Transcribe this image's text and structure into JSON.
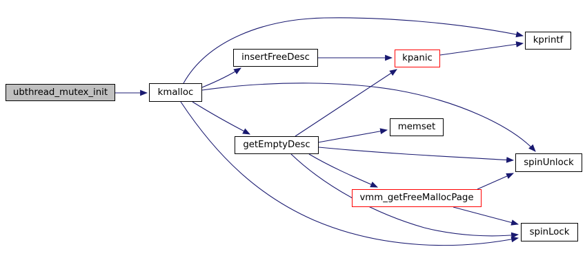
{
  "diagram": {
    "kind": "doxygen-call-graph",
    "nodes": [
      {
        "id": "ubthread_mutex_init",
        "label": "ubthread_mutex_init",
        "role": "root"
      },
      {
        "id": "kmalloc",
        "label": "kmalloc",
        "role": "normal"
      },
      {
        "id": "insertFreeDesc",
        "label": "insertFreeDesc",
        "role": "normal"
      },
      {
        "id": "kpanic",
        "label": "kpanic",
        "role": "truncated"
      },
      {
        "id": "kprintf",
        "label": "kprintf",
        "role": "normal"
      },
      {
        "id": "memset",
        "label": "memset",
        "role": "normal"
      },
      {
        "id": "getEmptyDesc",
        "label": "getEmptyDesc",
        "role": "normal"
      },
      {
        "id": "spinUnlock",
        "label": "spinUnlock",
        "role": "normal"
      },
      {
        "id": "vmm_getFreeMallocPage",
        "label": "vmm_getFreeMallocPage",
        "role": "truncated"
      },
      {
        "id": "spinLock",
        "label": "spinLock",
        "role": "normal"
      }
    ],
    "edges": [
      {
        "from": "ubthread_mutex_init",
        "to": "kmalloc"
      },
      {
        "from": "kmalloc",
        "to": "kprintf"
      },
      {
        "from": "kmalloc",
        "to": "insertFreeDesc"
      },
      {
        "from": "kmalloc",
        "to": "getEmptyDesc"
      },
      {
        "from": "kmalloc",
        "to": "spinUnlock"
      },
      {
        "from": "kmalloc",
        "to": "spinLock"
      },
      {
        "from": "insertFreeDesc",
        "to": "kpanic"
      },
      {
        "from": "kpanic",
        "to": "kprintf"
      },
      {
        "from": "getEmptyDesc",
        "to": "kpanic"
      },
      {
        "from": "getEmptyDesc",
        "to": "memset"
      },
      {
        "from": "getEmptyDesc",
        "to": "spinUnlock"
      },
      {
        "from": "getEmptyDesc",
        "to": "vmm_getFreeMallocPage"
      },
      {
        "from": "getEmptyDesc",
        "to": "spinLock"
      },
      {
        "from": "vmm_getFreeMallocPage",
        "to": "spinUnlock"
      },
      {
        "from": "vmm_getFreeMallocPage",
        "to": "spinLock"
      }
    ],
    "colors": {
      "edge": "#191970",
      "node_border": "#000000",
      "node_fill": "#ffffff",
      "root_fill": "#c0c0c0",
      "truncated_border": "#ff0000",
      "text": "#000000",
      "background": "#ffffff"
    }
  }
}
